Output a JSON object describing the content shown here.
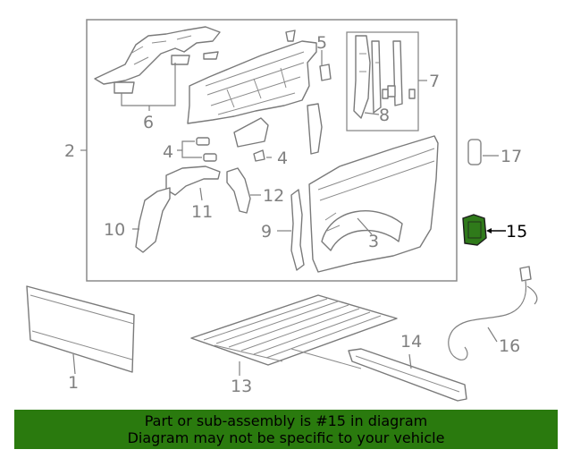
{
  "colors": {
    "highlight": "#2f7a1a",
    "banner": "#2a7a0e",
    "line": "#808080"
  },
  "callouts": {
    "c1": "1",
    "c2": "2",
    "c3": "3",
    "c4a": "4",
    "c4b": "4",
    "c5": "5",
    "c6": "6",
    "c7": "7",
    "c8": "8",
    "c9": "9",
    "c10": "10",
    "c11": "11",
    "c12": "12",
    "c13": "13",
    "c14": "14",
    "c15": "15",
    "c16": "16",
    "c17": "17"
  },
  "highlighted_part": "15",
  "banner": {
    "line1": "Part or sub-assembly is #15 in diagram",
    "line2": "Diagram may not be specific to your vehicle"
  }
}
